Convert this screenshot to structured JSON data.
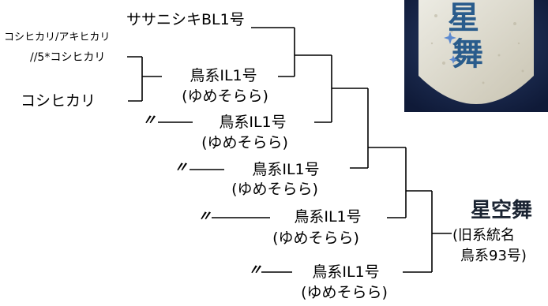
{
  "lineage": {
    "parent_top": "ササニシキBL1号",
    "cross_line1": "コシヒカリ/アキヒカリ",
    "cross_line2": "//5*コシヒカリ",
    "koshihikari": "コシヒカリ",
    "nodes": [
      {
        "name": "鳥系IL1号",
        "alias": "(ゆめそらら)"
      },
      {
        "name": "鳥系IL1号",
        "alias": "(ゆめそらら)"
      },
      {
        "name": "鳥系IL1号",
        "alias": "(ゆめそらら)"
      },
      {
        "name": "鳥系IL1号",
        "alias": "(ゆめそらら)"
      },
      {
        "name": "鳥系IL1号",
        "alias": "(ゆめそらら)"
      }
    ],
    "ditto_mark": "〃",
    "result": {
      "name": "星空舞",
      "old_name_line1": "(旧系統名",
      "old_name_line2": "鳥系93号)"
    }
  },
  "photo": {
    "chars": [
      "星",
      "舞"
    ],
    "colors": {
      "background": "#1a2e55",
      "packet": "#e6e2d6",
      "text": "#2a5c8c"
    }
  }
}
